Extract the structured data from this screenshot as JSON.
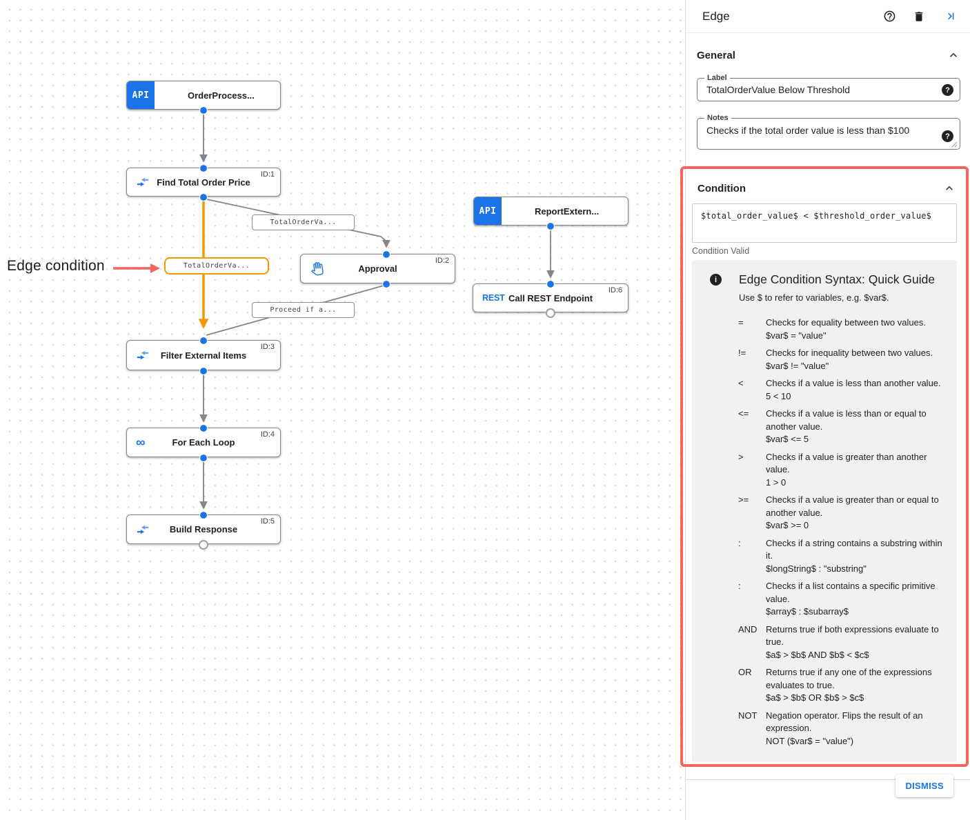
{
  "panel": {
    "title": "Edge",
    "general": {
      "heading": "General",
      "label_field": {
        "label": "Label",
        "value": "TotalOrderValue Below Threshold"
      },
      "notes_field": {
        "label": "Notes",
        "value": "Checks if the total order value is less than $100"
      }
    },
    "condition": {
      "heading": "Condition",
      "expression": "$total_order_value$ < $threshold_order_value$",
      "status": "Condition Valid",
      "guide": {
        "title": "Edge Condition Syntax: Quick Guide",
        "intro": "Use $ to refer to variables, e.g. $var$.",
        "rows": [
          {
            "op": "=",
            "desc": "Checks for equality between two values.",
            "example": "$var$ = \"value\""
          },
          {
            "op": "!=",
            "desc": "Checks for inequality between two values.",
            "example": "$var$ != \"value\""
          },
          {
            "op": "<",
            "desc": "Checks if a value is less than another value.",
            "example": "5 < 10"
          },
          {
            "op": "<=",
            "desc": "Checks if a value is less than or equal to another value.",
            "example": "$var$ <= 5"
          },
          {
            "op": ">",
            "desc": "Checks if a value is greater than another value.",
            "example": "1 > 0"
          },
          {
            "op": ">=",
            "desc": "Checks if a value is greater than or equal to another value.",
            "example": "$var$ >= 0"
          },
          {
            "op": ":",
            "desc": "Checks if a string contains a substring within it.",
            "example": "$longString$ : \"substring\""
          },
          {
            "op": ":",
            "desc": "Checks if a list contains a specific primitive value.",
            "example": "$array$ : $subarray$"
          },
          {
            "op": "AND",
            "desc": "Returns true if both expressions evaluate to true.",
            "example": "$a$ > $b$ AND $b$ < $c$"
          },
          {
            "op": "OR",
            "desc": "Returns true if any one of the expressions evaluates to true.",
            "example": "$a$ > $b$ OR $b$ > $c$"
          },
          {
            "op": "NOT",
            "desc": "Negation operator. Flips the result of an expression.",
            "example": "NOT ($var$ = \"value\")"
          }
        ]
      }
    },
    "dismiss_label": "DISMISS"
  },
  "canvas": {
    "annotation": "Edge condition",
    "api_badge_label": "API",
    "rest_icon_label": "REST",
    "nodes": [
      {
        "title": "OrderProcess...",
        "id": ""
      },
      {
        "title": "Find Total Order Price",
        "id": "ID:1"
      },
      {
        "title": "Approval",
        "id": "ID:2"
      },
      {
        "title": "ReportExtern...",
        "id": ""
      },
      {
        "title": "Call REST Endpoint",
        "id": "ID:6"
      },
      {
        "title": "Filter External Items",
        "id": "ID:3"
      },
      {
        "title": "For Each Loop",
        "id": "ID:4"
      },
      {
        "title": "Build Response",
        "id": "ID:5"
      }
    ],
    "edge_labels": [
      {
        "text": "TotalOrderVa..."
      },
      {
        "text": "TotalOrderVa..."
      },
      {
        "text": "Proceed if a..."
      }
    ]
  },
  "colors": {
    "accent_blue": "#1a73e8",
    "edge_orange": "#f29900",
    "highlight_red": "#f4655c"
  }
}
